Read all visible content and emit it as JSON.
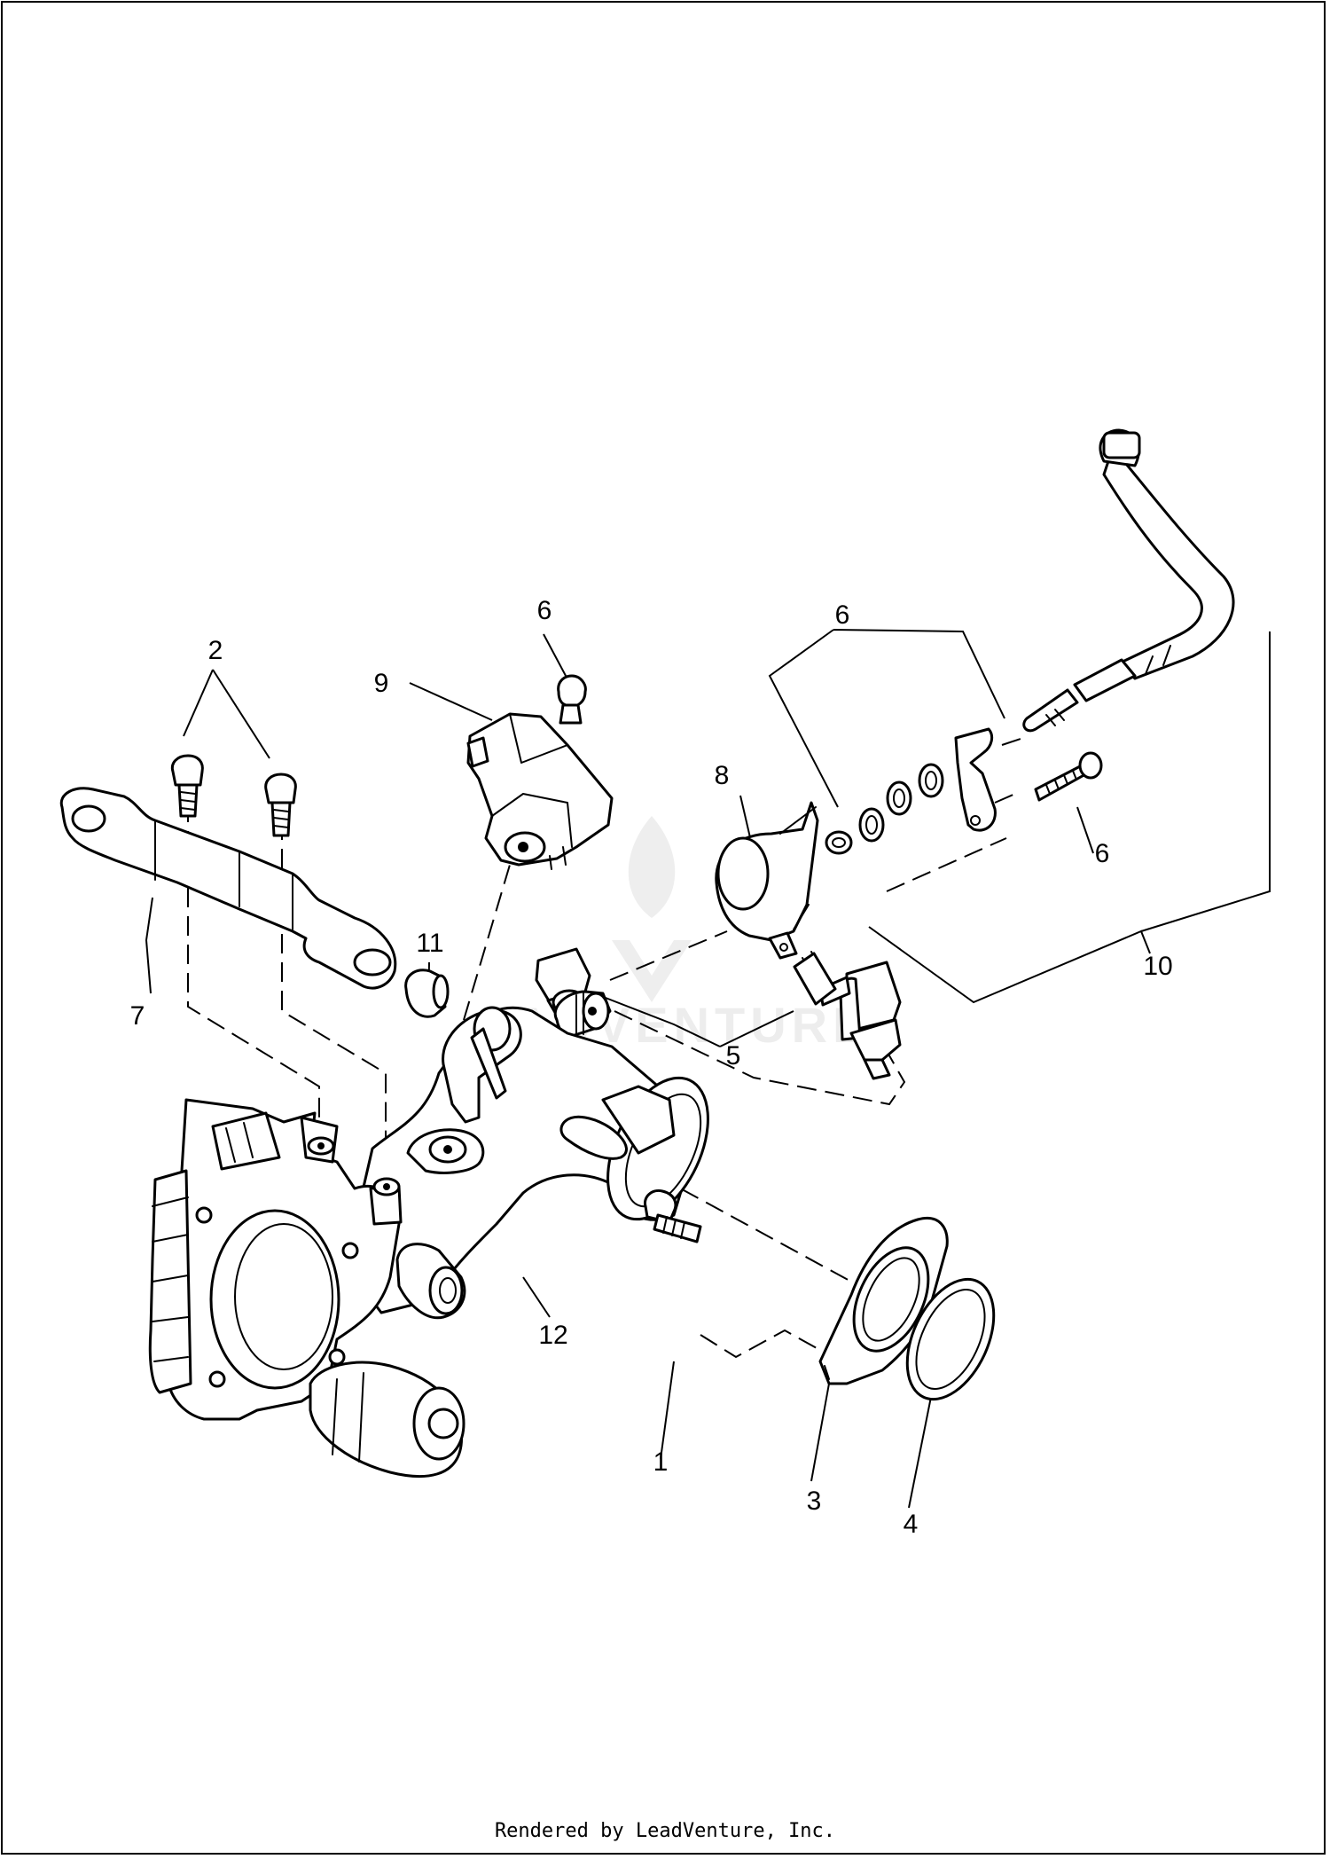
{
  "callouts": {
    "c1": "1",
    "c2": "2",
    "c3": "3",
    "c4": "4",
    "c5": "5",
    "c6a": "6",
    "c6b": "6",
    "c6c": "6",
    "c7": "7",
    "c8": "8",
    "c9": "9",
    "c10": "10",
    "c11": "11",
    "c12": "12"
  },
  "watermark": "ADVENTURE",
  "footer": "Rendered by LeadVenture, Inc."
}
